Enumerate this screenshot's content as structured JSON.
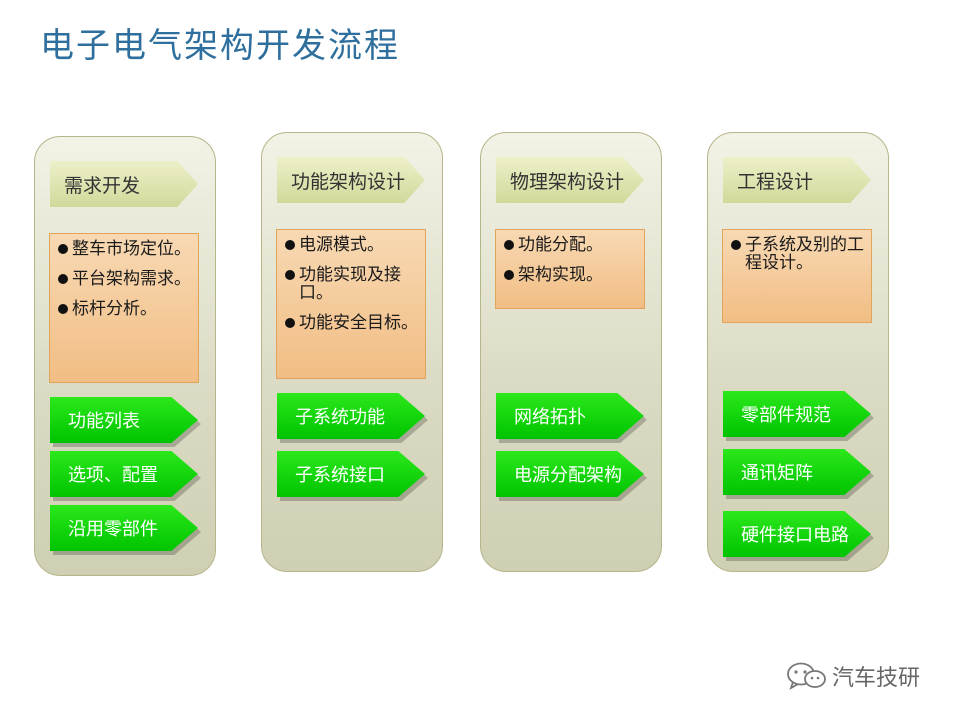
{
  "title": "电子电气架构开发流程",
  "columns": [
    {
      "header": "需求开发",
      "details": [
        "整车市场定位。",
        "平台架构需求。",
        "标杆分析。"
      ],
      "items": [
        "功能列表",
        "选项、配置",
        "沿用零部件"
      ]
    },
    {
      "header": "功能架构设计",
      "details": [
        "电源模式。",
        "功能实现及接口。",
        "功能安全目标。"
      ],
      "items": [
        "子系统功能",
        "子系统接口"
      ]
    },
    {
      "header": "物理架构设计",
      "details": [
        "功能分配。",
        "架构实现。"
      ],
      "items": [
        "网络拓扑",
        "电源分配架构"
      ]
    },
    {
      "header": "工程设计",
      "details": [
        "子系统及别的工程设计。"
      ],
      "items": [
        "零部件规范",
        "通讯矩阵",
        "硬件接口电路"
      ]
    }
  ],
  "watermark": "汽车技研",
  "watermark_icon": "wechat-icon",
  "colors": {
    "title": "#2e6f9e",
    "green": "#00cc00",
    "detail_fill": "#f3c48d"
  }
}
